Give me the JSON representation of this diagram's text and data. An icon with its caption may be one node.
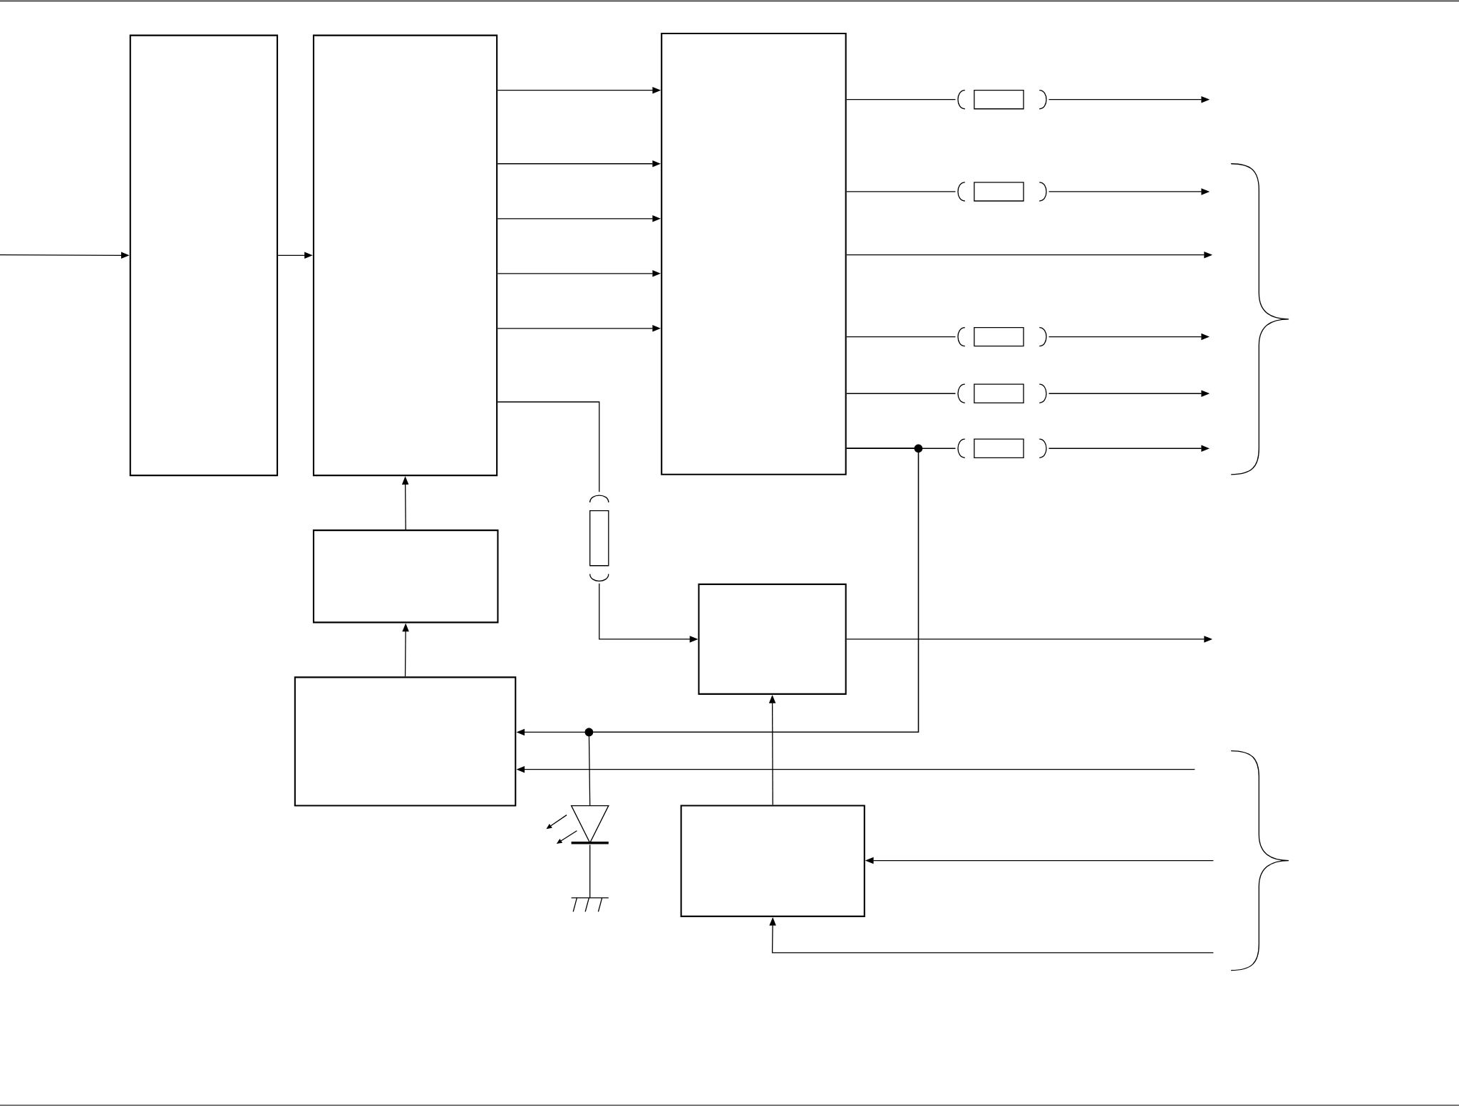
{
  "diagram": {
    "nodes": [
      {
        "text": [],
        "shape": "box"
      },
      {
        "text": [],
        "shape": "box"
      },
      {
        "text": [],
        "shape": "box"
      },
      {
        "text": [],
        "shape": "box"
      },
      {
        "text": [],
        "shape": "box"
      },
      {
        "text": [],
        "shape": "box"
      },
      {
        "text": [],
        "shape": "box"
      },
      {
        "text": [],
        "shape": "fuse"
      },
      {
        "text": [],
        "shape": "fuse"
      },
      {
        "text": [],
        "shape": "fuse"
      },
      {
        "text": [],
        "shape": "fuse"
      },
      {
        "text": [],
        "shape": "fuse"
      },
      {
        "text": [],
        "shape": "fuse"
      },
      {
        "text": [],
        "shape": "diode"
      }
    ],
    "edges": [
      {
        "from": null,
        "to": 0,
        "arrow": "to"
      },
      {
        "from": 0,
        "to": 1,
        "arrow": "to"
      },
      {
        "from": 1,
        "to": 2,
        "arrow": "to"
      },
      {
        "from": 1,
        "to": 2,
        "arrow": "to"
      },
      {
        "from": 1,
        "to": 2,
        "arrow": "to"
      },
      {
        "from": 1,
        "to": 2,
        "arrow": "to"
      },
      {
        "from": 1,
        "to": 2,
        "arrow": "to"
      },
      {
        "from": 1,
        "to": 12,
        "arrow": "none"
      },
      {
        "from": 12,
        "to": 5,
        "arrow": "to"
      },
      {
        "from": 3,
        "to": 1,
        "arrow": "to"
      },
      {
        "from": 4,
        "to": 3,
        "arrow": "to"
      },
      {
        "from": 2,
        "to": 7,
        "arrow": "none"
      },
      {
        "from": 2,
        "to": 8,
        "arrow": "none"
      },
      {
        "from": 2,
        "to": 9,
        "arrow": "none"
      },
      {
        "from": 2,
        "to": 10,
        "arrow": "none"
      },
      {
        "from": 2,
        "to": 11,
        "arrow": "none"
      },
      {
        "from": 7,
        "to": null,
        "arrow": "to"
      },
      {
        "from": 8,
        "to": null,
        "arrow": "to"
      },
      {
        "from": 9,
        "to": null,
        "arrow": "to"
      },
      {
        "from": 10,
        "to": null,
        "arrow": "to"
      },
      {
        "from": 11,
        "to": null,
        "arrow": "to"
      },
      {
        "from": 2,
        "to": null,
        "arrow": "to"
      },
      {
        "from": 5,
        "to": null,
        "arrow": "to"
      },
      {
        "from": 2,
        "to": 4,
        "arrow": "to"
      },
      {
        "from": 2,
        "to": 13,
        "arrow": "none"
      },
      {
        "from": null,
        "to": 4,
        "arrow": "to"
      },
      {
        "from": 6,
        "to": 5,
        "arrow": "to"
      },
      {
        "from": null,
        "to": 6,
        "arrow": "to"
      },
      {
        "from": null,
        "to": 6,
        "arrow": "to"
      }
    ]
  }
}
